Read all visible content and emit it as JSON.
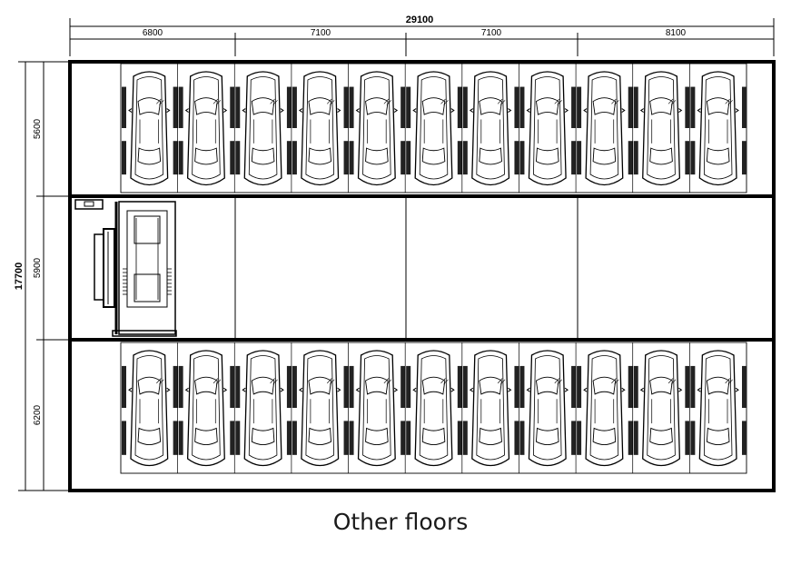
{
  "dimensions": {
    "total_width": "29100",
    "bay_widths": [
      "6800",
      "7100",
      "7100",
      "8100"
    ],
    "total_depth": "17700",
    "row_depths": [
      "5600",
      "5900",
      "6200"
    ]
  },
  "rows": {
    "top_row_cars": 11,
    "bottom_row_cars": 11
  },
  "caption": "Other floors",
  "colors": {
    "line": "#000000",
    "background": "#ffffff"
  }
}
